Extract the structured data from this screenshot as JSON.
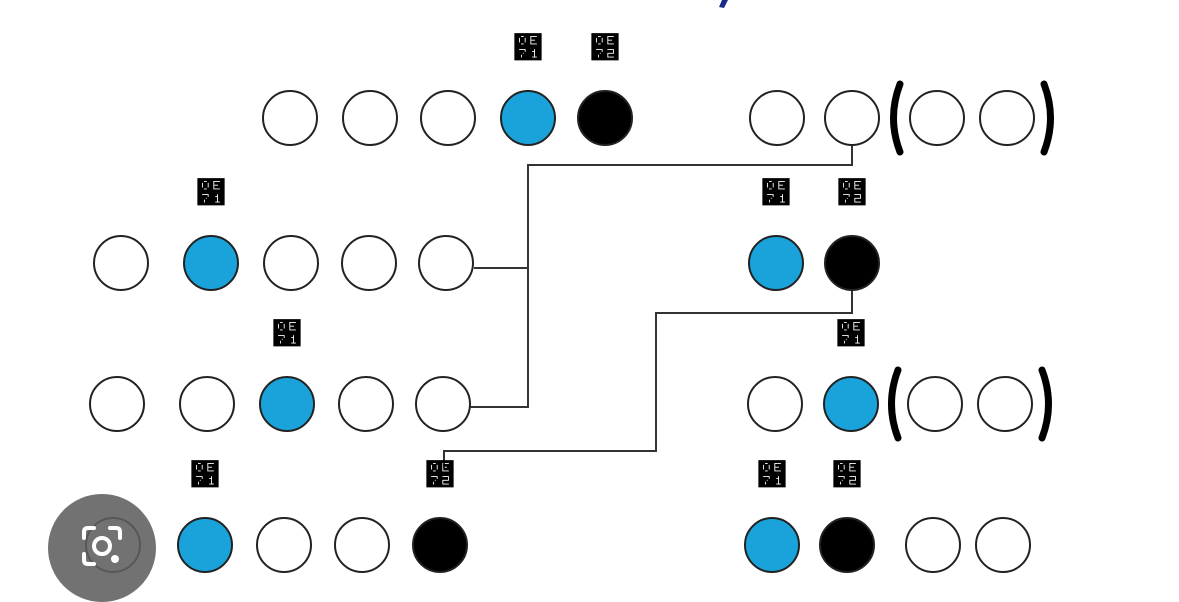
{
  "colors": {
    "background": "#ffffff",
    "filled": "#1aa3db",
    "black": "#000000",
    "outline": "#222222",
    "line": "#333333",
    "header_fragment": "#1a2a8a",
    "lens_button": "#5f5f5f"
  },
  "labels": {
    "one": "๱",
    "two": "๲"
  },
  "rows": [
    {
      "name": "row-1",
      "left_group": [
        "empty",
        "empty",
        "empty",
        "filled",
        "black"
      ],
      "left_marks": {
        "3": "one",
        "4": "two"
      },
      "right_group": [
        "empty",
        "empty"
      ],
      "right_marks": {},
      "right_bracket_group": [
        "empty",
        "empty"
      ]
    },
    {
      "name": "row-2",
      "left_group": [
        "empty",
        "filled",
        "empty",
        "empty",
        "empty"
      ],
      "left_marks": {
        "1": "one"
      },
      "right_group": [
        "filled",
        "black"
      ],
      "right_marks": {
        "0": "one",
        "1": "two"
      },
      "right_bracket_group": []
    },
    {
      "name": "row-3",
      "left_group": [
        "empty",
        "empty",
        "filled",
        "empty",
        "empty"
      ],
      "left_marks": {
        "2": "one"
      },
      "right_group": [
        "empty",
        "filled"
      ],
      "right_marks": {
        "1": "one"
      },
      "right_bracket_group": [
        "empty",
        "empty"
      ]
    },
    {
      "name": "row-4",
      "left_group": [
        "empty",
        "filled",
        "empty",
        "empty",
        "black"
      ],
      "left_marks": {
        "1": "one",
        "4": "two"
      },
      "right_group": [
        "filled",
        "black",
        "empty",
        "empty"
      ],
      "right_marks": {
        "0": "one",
        "1": "two"
      },
      "right_bracket_group": []
    }
  ],
  "connectors": [
    {
      "name": "connector-row1-to-rows2-3"
    },
    {
      "name": "connector-row2-to-row4"
    }
  ],
  "overlay": {
    "lens_button_icon": "lens-camera-icon"
  }
}
